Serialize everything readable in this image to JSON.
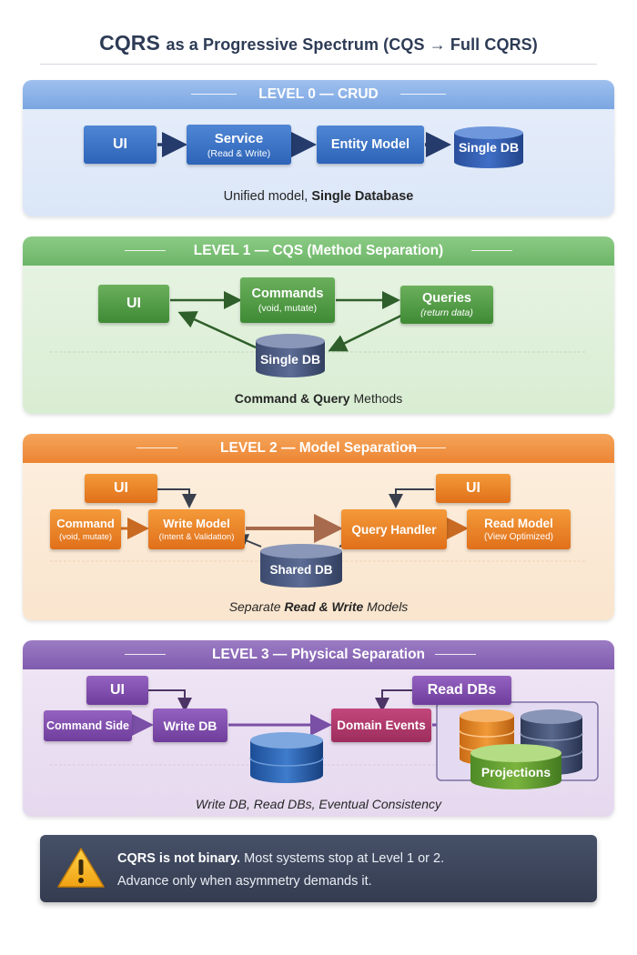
{
  "title": {
    "main": "CQRS",
    "rest": "as a Progressive Spectrum (CQS → Full CQRS)"
  },
  "levels": [
    {
      "heading": "LEVEL 0 — CRUD",
      "boxes": {
        "ui": "UI",
        "service": "Service",
        "service_sub": "(Read & Write)",
        "entity": "Entity Model",
        "db": "Single DB"
      },
      "caption": {
        "plain": "Unified model, ",
        "bold": "Single Database"
      }
    },
    {
      "heading": "LEVEL 1 — CQS (Method Separation)",
      "boxes": {
        "ui": "UI",
        "commands": "Commands",
        "commands_sub": "(void, mutate)",
        "queries": "Queries",
        "queries_sub": "(return data)",
        "db": "Single DB"
      },
      "caption": {
        "bold": "Command & Query",
        "plain": " Methods"
      }
    },
    {
      "heading": "LEVEL 2 — Model Separation",
      "boxes": {
        "ui_left": "UI",
        "ui_right": "UI",
        "command": "Command",
        "command_sub": "(void, mutate)",
        "write_model": "Write Model",
        "write_model_sub": "(Intent & Validation)",
        "query_handler": "Query Handler",
        "read_model": "Read Model",
        "read_model_sub": "(View Optimized)",
        "db": "Shared DB"
      },
      "caption": {
        "plain_before": "Separate ",
        "bold": "Read & Write",
        "plain_after": " Models"
      }
    },
    {
      "heading": "LEVEL 3 — Physical Separation",
      "boxes": {
        "ui": "UI",
        "command_side": "Command Side",
        "write_db": "Write DB",
        "domain_events": "Domain Events",
        "read_dbs": "Read DBs",
        "projections": "Projections"
      },
      "caption": {
        "plain": "Write DB, Read DBs, Eventual Consistency"
      }
    }
  ],
  "note": {
    "strong": "CQRS is not binary.",
    "line1_rest": " Most systems stop at Level 1 or 2.",
    "line2": "Advance only when asymmetry demands it."
  },
  "colors": {
    "level0": "#2d64b8",
    "level1": "#3f8a35",
    "level2": "#e0701a",
    "level3": "#6f3e9c",
    "events": "#9c2d5c",
    "note": "#3a4256"
  }
}
